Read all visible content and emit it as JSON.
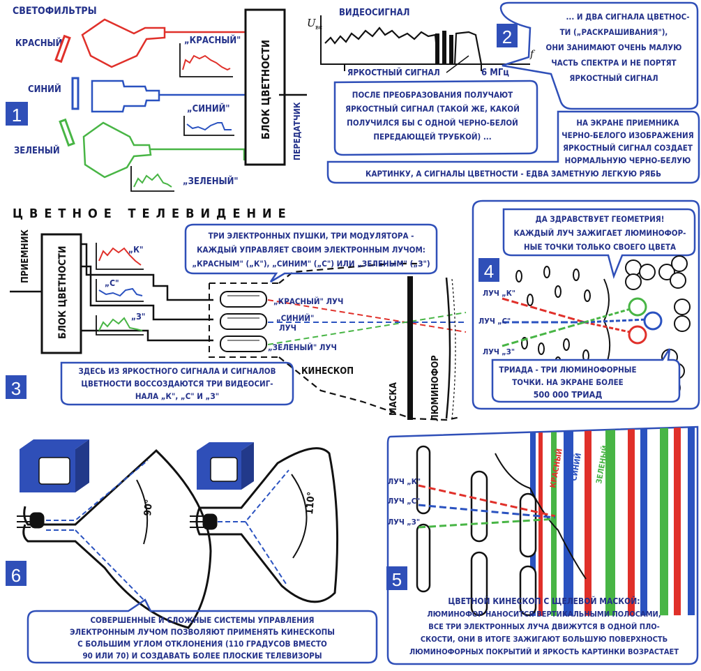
{
  "colors": {
    "ink": "#23318a",
    "red": "#e0302a",
    "blue": "#2a52c0",
    "green": "#48b545",
    "black": "#111111",
    "panel": "#2f4fb8"
  },
  "page_title": "ЦВЕТНОЕ ТЕЛЕВИДЕНИЕ",
  "panel1": {
    "number": "1",
    "filters_title": "СВЕТОФИЛЬТРЫ",
    "filter_red": "КРАСНЫЙ",
    "filter_blue": "СИНИЙ",
    "filter_green": "ЗЕЛЕНЫЙ",
    "block_label": "БЛОК ЦВЕТНОСТИ",
    "transmitter_label": "ПЕРЕДАТЧИК",
    "signal_red": "„КРАСНЫЙ\"",
    "signal_blue": "„СИНИЙ\"",
    "signal_green": "„ЗЕЛЕНЫЙ\""
  },
  "panel2": {
    "number": "2",
    "axis_y": "U",
    "axis_y_sub": "вс",
    "video_label": "ВИДЕОСИГНАЛ",
    "axis_x": "f",
    "luma_label": "ЯРКОСТНЫЙ СИГНАЛ",
    "freq_label": "6 МГц",
    "note_right": [
      "... И ДВА СИГНАЛА ЦВЕТНОС-",
      "ТИ („РАСКРАШИВАНИЯ\"),",
      "ОНИ ЗАНИМАЮТ ОЧЕНЬ МАЛУЮ",
      "ЧАСТЬ СПЕКТРА И НЕ ПОРТЯТ",
      "ЯРКОСТНЫЙ СИГНАЛ"
    ],
    "note_left": [
      "ПОСЛЕ ПРЕОБРАЗОВАНИЯ ПОЛУЧАЮТ",
      "ЯРКОСТНЫЙ СИГНАЛ (ТАКОЙ ЖЕ, КАКОЙ",
      "ПОЛУЧИЛСЯ БЫ С ОДНОЙ ЧЕРНО-БЕЛОЙ",
      "ПЕРЕДАЮЩЕЙ ТРУБКОЙ) ..."
    ],
    "note_bottom_right": [
      "НА ЭКРАНЕ ПРИЕМНИКА",
      "ЧЕРНО-БЕЛОГО ИЗОБРАЖЕНИЯ",
      "ЯРКОСТНЫЙ СИГНАЛ СОЗДАЕТ",
      "НОРМАЛЬНУЮ ЧЕРНО-БЕЛУЮ"
    ],
    "note_bottom_line": "КАРТИНКУ, А СИГНАЛЫ ЦВЕТНОСТИ - ЕДВА ЗАМЕТНУЮ ЛЕГКУЮ РЯБЬ"
  },
  "panel3": {
    "number": "3",
    "receiver_label": "ПРИЕМНИК",
    "block_label": "БЛОК ЦВЕТНОСТИ",
    "sig_k": "„К\"",
    "sig_c": "„С\"",
    "sig_z": "„З\"",
    "guns_note": [
      "ТРИ ЭЛЕКТРОННЫХ ПУШКИ, ТРИ МОДУЛЯТОРА -",
      "КАЖДЫЙ УПРАВЛЯЕТ СВОИМ ЭЛЕКТРОННЫМ ЛУЧОМ:",
      "„КРАСНЫМ\" („К\"), „СИНИМ\" („С\") ИЛИ „ЗЕЛЕНЫМ\" („З\")"
    ],
    "ray_red": "„КРАСНЫЙ\" ЛУЧ",
    "ray_blue_1": "„СИНИЙ\"",
    "ray_blue_2": "ЛУЧ",
    "ray_green": "„ЗЕЛЕНЫЙ\" ЛУЧ",
    "mask_label": "МАСКА",
    "phosphor_label": "ЛЮМИНОФОР",
    "kinescope_label": "КИНЕСКОП",
    "recreate_note": [
      "ЗДЕСЬ ИЗ ЯРКОСТНОГО СИГНАЛА И СИГНАЛОВ",
      "ЦВЕТНОСТИ ВОССОЗДАЮТСЯ ТРИ ВИДЕОСИГ-",
      "НАЛА „К\", „С\" И „З\""
    ]
  },
  "panel4": {
    "number": "4",
    "geometry_note": [
      "ДА ЗДРАВСТВУЕТ ГЕОМЕТРИЯ!",
      "КАЖДЫЙ ЛУЧ ЗАЖИГАЕТ ЛЮМИНОФОР-",
      "НЫЕ ТОЧКИ ТОЛЬКО СВОЕГО ЦВЕТА"
    ],
    "ray_k": "ЛУЧ „К\"",
    "ray_c": "ЛУЧ „С\"",
    "ray_z": "ЛУЧ „З\"",
    "triad_note": [
      "ТРИАДА - ТРИ ЛЮМИНОФОРНЫЕ",
      "ТОЧКИ. НА ЭКРАНЕ БОЛЕЕ",
      "500 000 ТРИАД"
    ]
  },
  "panel5": {
    "number": "5",
    "ray_k": "ЛУЧ „К\"",
    "ray_c": "ЛУЧ „С\"",
    "ray_z": "ЛУЧ „З\"",
    "stripe_red": "КРАСНЫЙ",
    "stripe_blue": "СИНИЙ",
    "stripe_green": "ЗЕЛЕНЫЙ",
    "caption": [
      "ЦВЕТНОЙ КИНЕСКОП С ЩЕЛЕВОЙ МАСКОЙ:",
      "ЛЮМИНОФОР НАНОСИТСЯ ВЕРТИКАЛЬНЫМИ ПОЛОСАМИ,",
      "ВСЕ ТРИ ЭЛЕКТРОННЫХ ЛУЧА ДВИЖУТСЯ В ОДНОЙ ПЛО-",
      "СКОСТИ, ОНИ В ИТОГЕ ЗАЖИГАЮТ БОЛЬШУЮ ПОВЕРХНОСТЬ",
      "ЛЮМИНОФОРНЫХ ПОКРЫТИЙ И ЯРКОСТЬ КАРТИНКИ ВОЗРАСТАЕТ"
    ]
  },
  "panel6": {
    "number": "6",
    "angle_90": "90°",
    "angle_110": "110°",
    "caption": [
      "СОВЕРШЕННЫЕ И СЛОЖНЫЕ СИСТЕМЫ УПРАВЛЕНИЯ",
      "ЭЛЕКТРОННЫМ ЛУЧОМ ПОЗВОЛЯЮТ ПРИМЕНЯТЬ КИНЕСКОПЫ",
      "С БОЛЬШИМ УГЛОМ ОТКЛОНЕНИЯ (110 ГРАДУСОВ ВМЕСТО",
      "90 ИЛИ 70) И СОЗДАВАТЬ БОЛЕЕ ПЛОСКИЕ ТЕЛЕВИЗОРЫ"
    ]
  }
}
